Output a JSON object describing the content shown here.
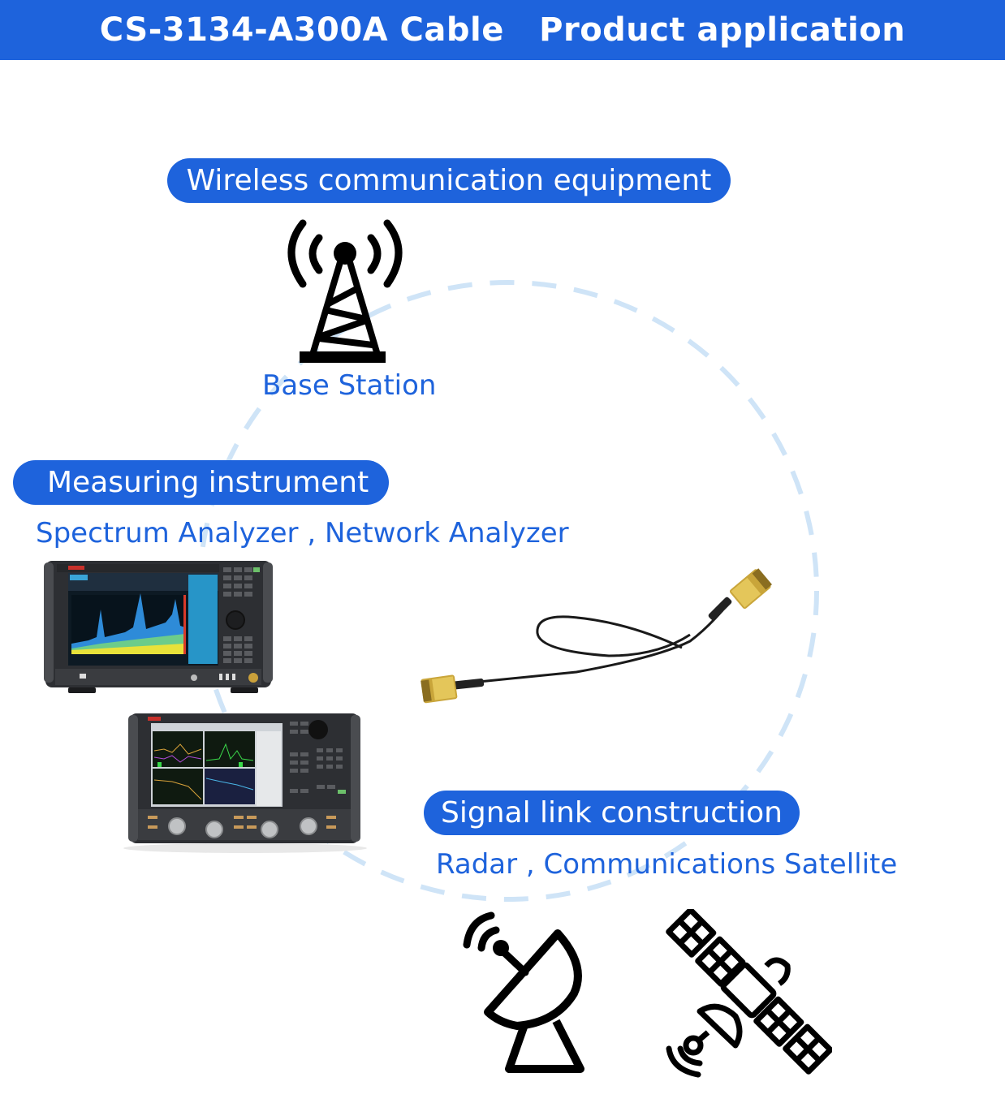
{
  "header": {
    "title": "CS-3134-A300A Cable   Product application"
  },
  "colors": {
    "brand_blue": "#1e63dc",
    "dashed_circle": "#cfe4f7",
    "icon_black": "#000000"
  },
  "sections": {
    "wireless": {
      "label": "Wireless communication equipment",
      "items_text": "Base Station",
      "icon": "cell-tower-icon"
    },
    "measuring": {
      "label": "Measuring instrument",
      "items_text": "Spectrum Analyzer , Network Analyzer",
      "images": [
        "spectrum-analyzer-image",
        "network-analyzer-image"
      ]
    },
    "signal_link": {
      "label": "Signal link construction",
      "items_text": "Radar , Communications Satellite",
      "icons": [
        "radar-dish-icon",
        "satellite-icon"
      ]
    }
  },
  "product": {
    "image": "sma-cable-image"
  }
}
